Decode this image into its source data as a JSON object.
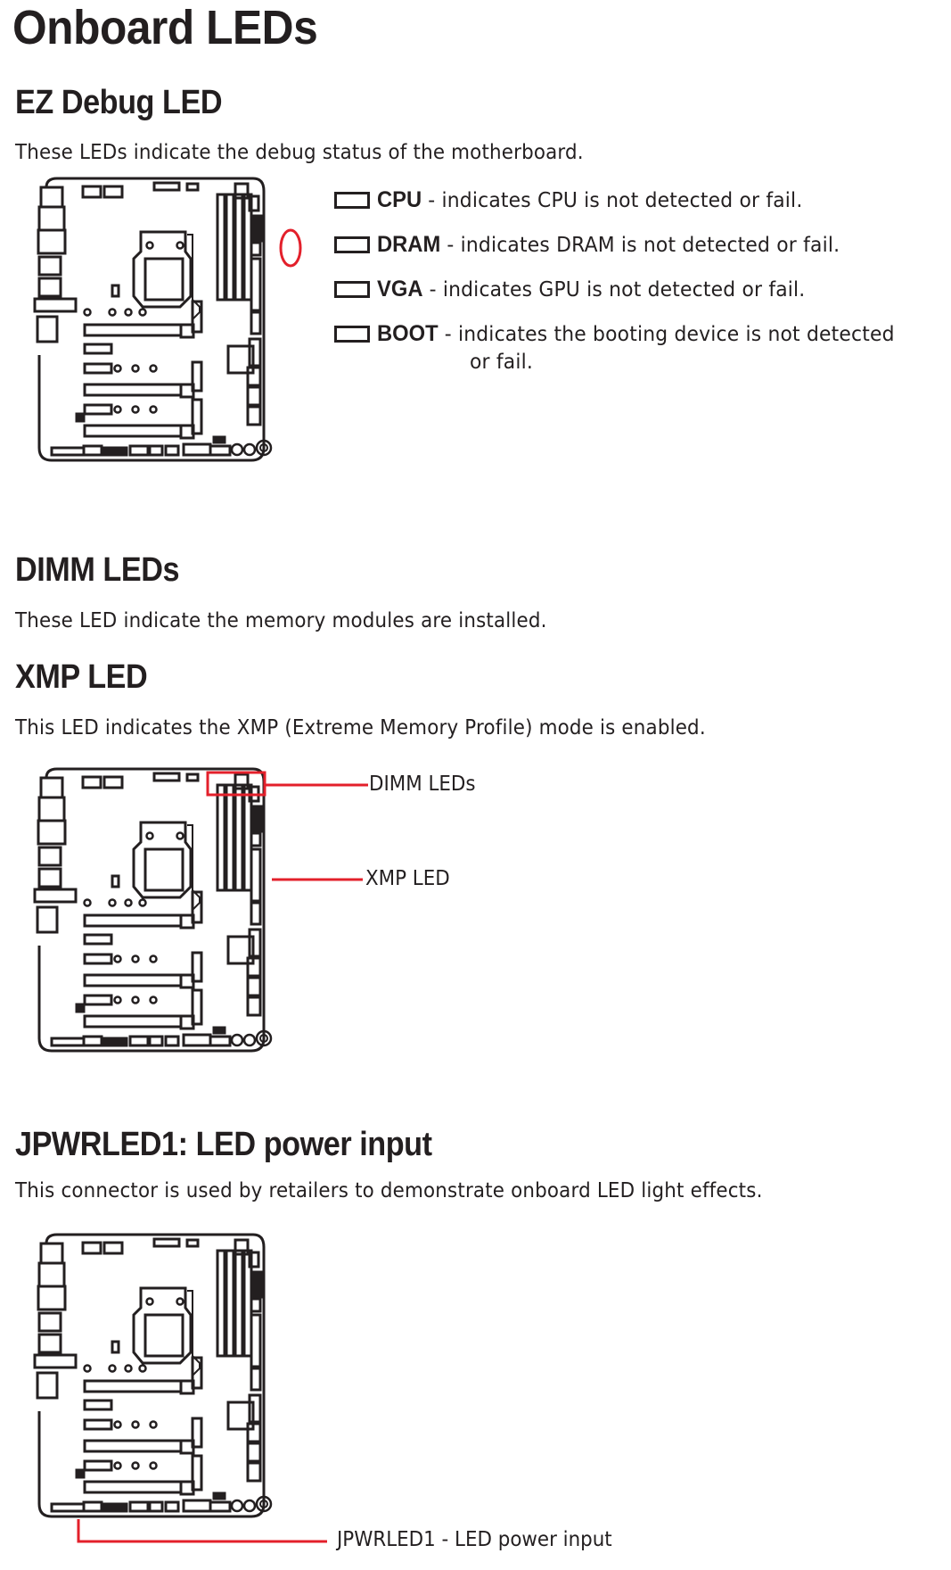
{
  "page": {
    "title": "Onboard LEDs"
  },
  "sections": {
    "ez_debug": {
      "heading": "EZ Debug LED",
      "description": "These LEDs indicate the debug status of the motherboard.",
      "legend": [
        {
          "key": "CPU",
          "desc": " - indicates CPU is not detected or fail.",
          "continuation": ""
        },
        {
          "key": "DRAM",
          "desc": " - indicates DRAM is not detected or fail.",
          "continuation": ""
        },
        {
          "key": "VGA",
          "desc": " - indicates GPU is not detected or fail.",
          "continuation": ""
        },
        {
          "key": "BOOT",
          "desc": " - indicates the booting device is not detected",
          "continuation": "or fail."
        }
      ]
    },
    "dimm": {
      "heading": "DIMM LEDs",
      "description": "These LED indicate the memory modules are installed."
    },
    "xmp": {
      "heading": "XMP LED",
      "description": "This LED indicates the XMP (Extreme Memory Profile) mode is enabled.",
      "callouts": {
        "dimm_leds": "DIMM LEDs",
        "xmp_led": "XMP LED"
      }
    },
    "jpwrled": {
      "heading": "JPWRLED1: LED power input",
      "description": "This connector is used by retailers to demonstrate onboard LED light effects.",
      "callout": "JPWRLED1 - LED power input"
    }
  },
  "colors": {
    "ink": "#231f20",
    "highlight_red": "#e3202b"
  },
  "icons": {
    "legend_marker": "led-indicator-icon",
    "diagram": "motherboard-diagram"
  }
}
